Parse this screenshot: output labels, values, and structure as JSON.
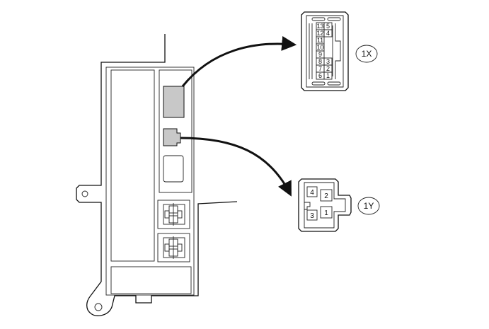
{
  "connectors": {
    "x": {
      "label": "1X",
      "pins": [
        "13",
        "5",
        "12",
        "4",
        "11",
        "10",
        "9",
        "8",
        "3",
        "7",
        "2",
        "6",
        "1"
      ]
    },
    "y": {
      "label": "1Y",
      "pins": [
        "4",
        "2",
        "3",
        "1"
      ]
    }
  },
  "colors": {
    "line": "#111111",
    "socket_fill": "#c8c8c8"
  }
}
